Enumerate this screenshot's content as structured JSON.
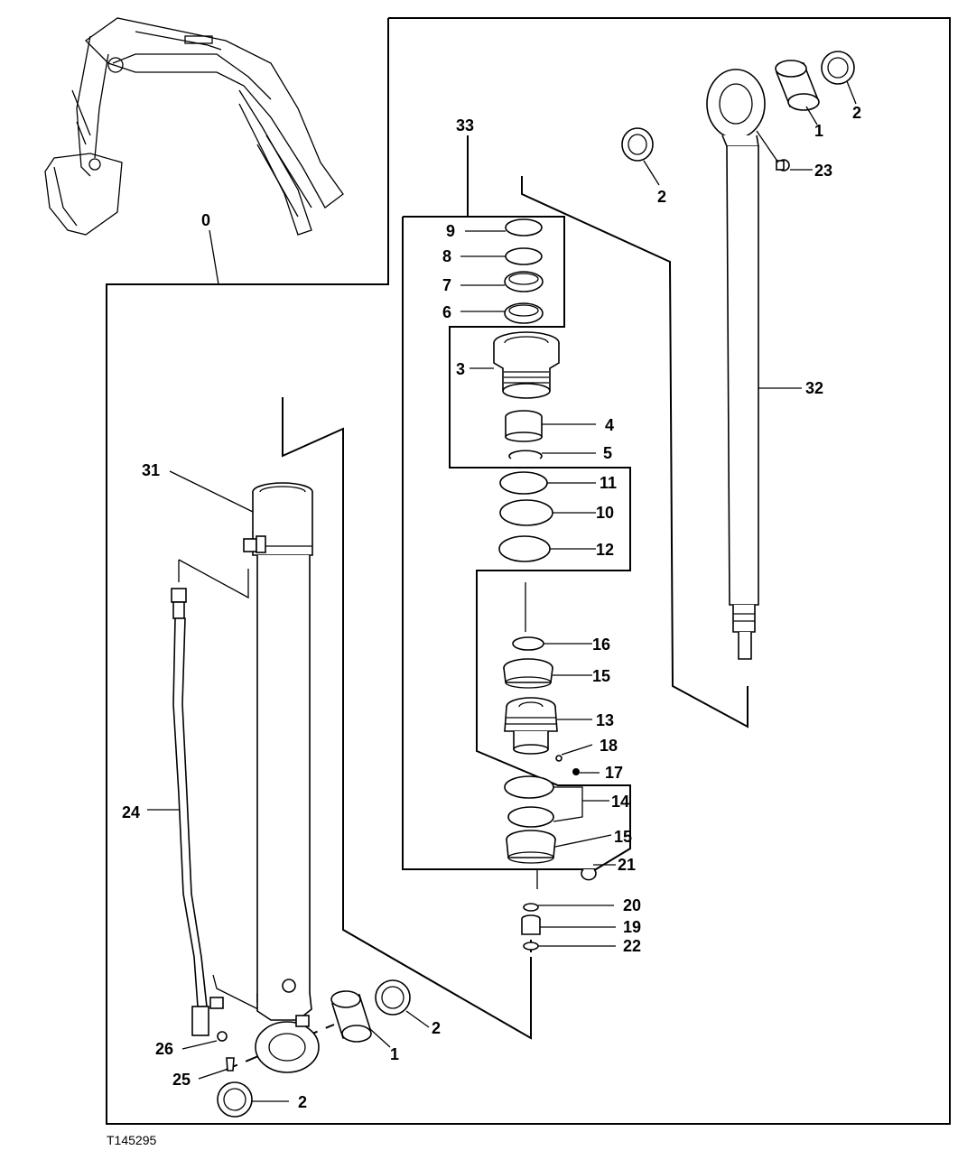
{
  "figure_id": "T145295",
  "callouts": {
    "c0": "0",
    "c1": "1",
    "c2": "2",
    "c3": "3",
    "c4": "4",
    "c5": "5",
    "c6": "6",
    "c7": "7",
    "c8": "8",
    "c9": "9",
    "c10": "10",
    "c11": "11",
    "c12": "12",
    "c13": "13",
    "c14": "14",
    "c15": "15",
    "c16": "16",
    "c17": "17",
    "c18": "18",
    "c19": "19",
    "c20": "20",
    "c21": "21",
    "c22": "22",
    "c23": "23",
    "c24": "24",
    "c25": "25",
    "c26": "26",
    "c31": "31",
    "c32": "32",
    "c33": "33"
  }
}
